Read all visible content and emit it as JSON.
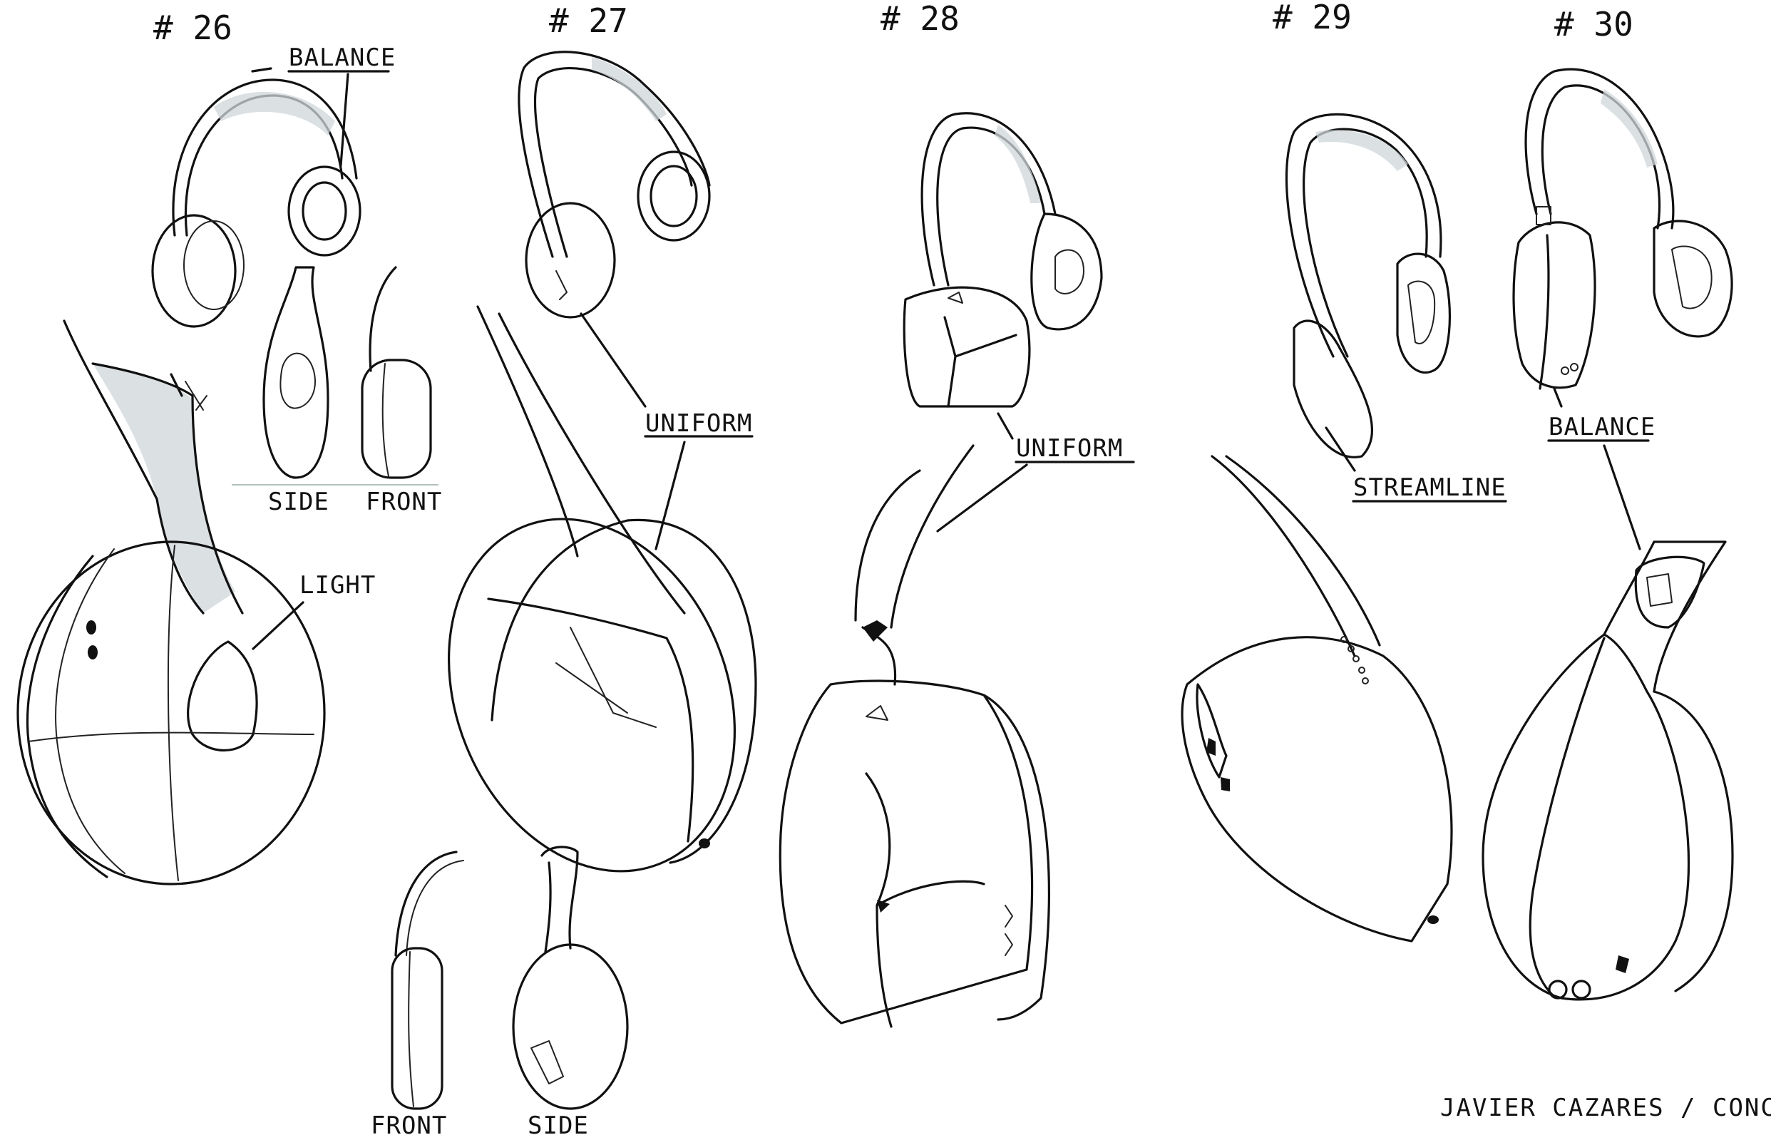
{
  "concepts": [
    {
      "number": "# 26",
      "labels": [
        "BALANCE",
        "LIGHT"
      ],
      "view_labels": [
        "SIDE",
        "FRONT"
      ]
    },
    {
      "number": "# 27",
      "labels": [
        "UNIFORM"
      ],
      "view_labels": [
        "FRONT",
        "SIDE"
      ]
    },
    {
      "number": "# 28",
      "labels": [
        "UNIFORM"
      ]
    },
    {
      "number": "# 29",
      "labels": [
        "STREAMLINE"
      ]
    },
    {
      "number": "# 30",
      "labels": [
        "BALANCE"
      ]
    }
  ],
  "signature": "JAVIER CAZARES / CONCEPTS",
  "colors": {
    "ink": "#111111",
    "shade": "#cfd6da",
    "paper": "#ffffff"
  }
}
